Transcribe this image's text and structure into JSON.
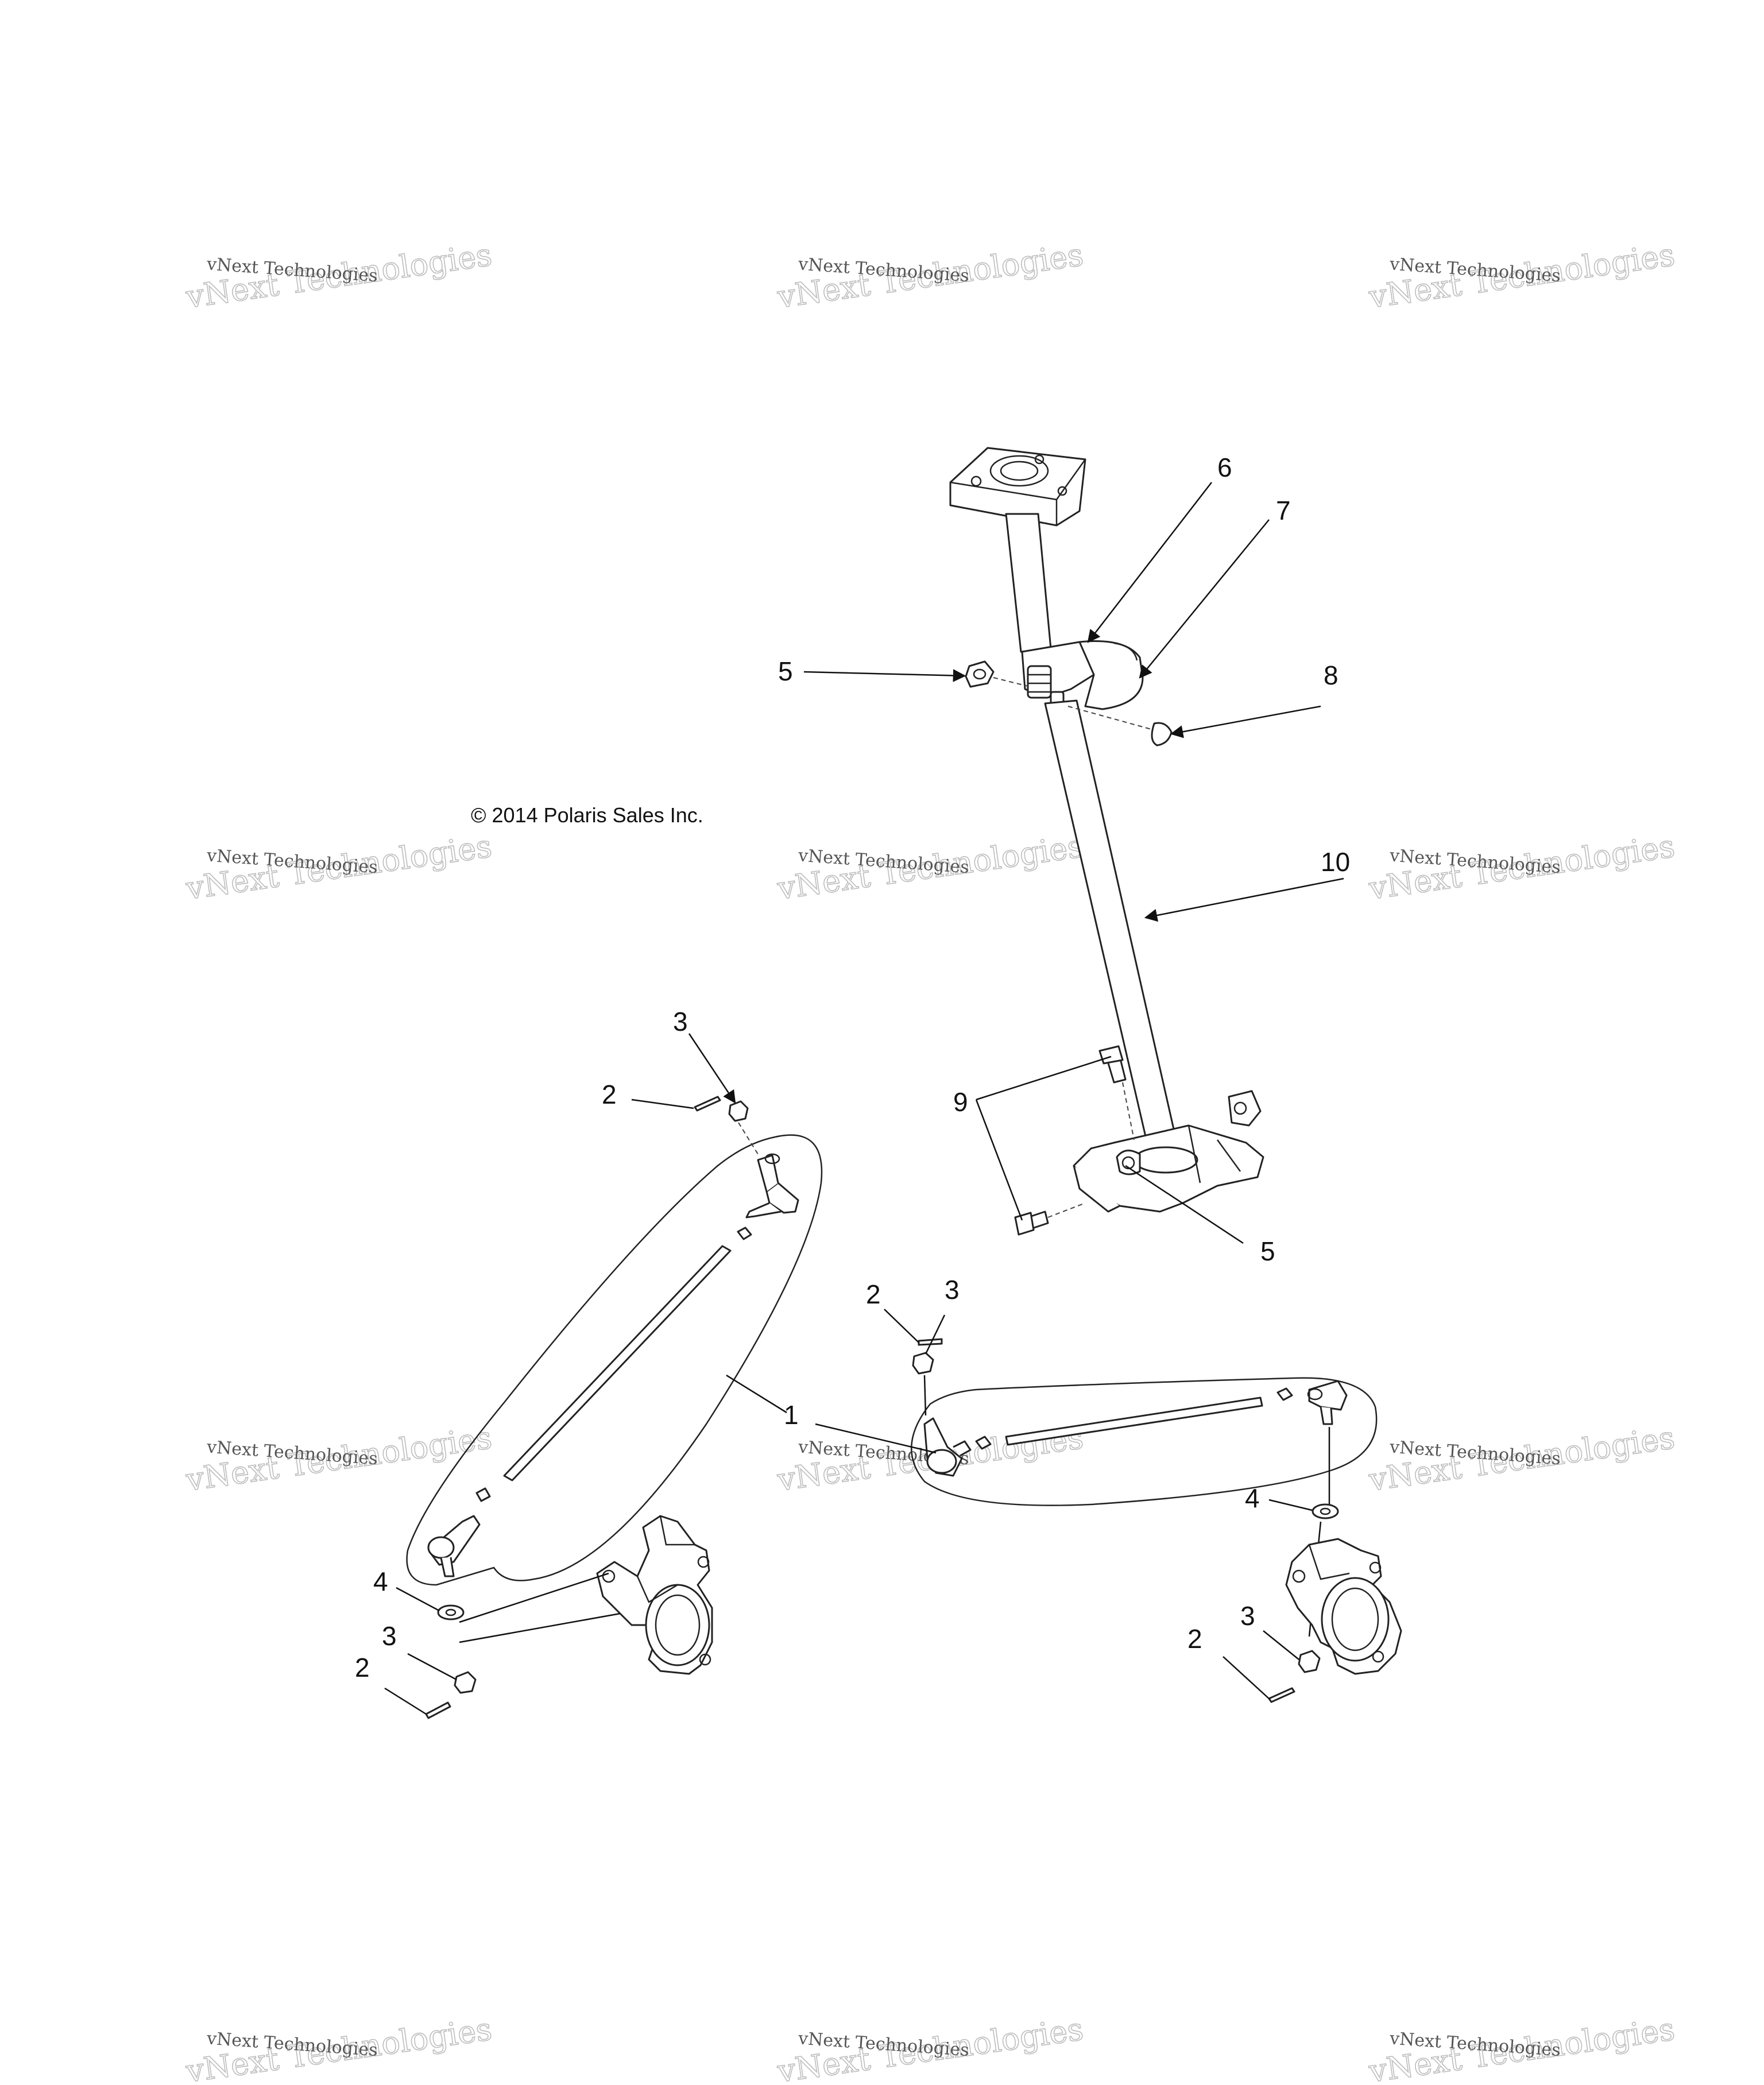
{
  "copyright": "© 2014 Polaris Sales Inc.",
  "watermark": {
    "line1": "vNext Technologies",
    "line2": "vNext Technologies"
  },
  "callouts": {
    "c1": "1",
    "c2": "2",
    "c3": "3",
    "c4": "4",
    "c5": "5",
    "c6": "6",
    "c7": "7",
    "c8": "8",
    "c9": "9",
    "c10": "10"
  }
}
